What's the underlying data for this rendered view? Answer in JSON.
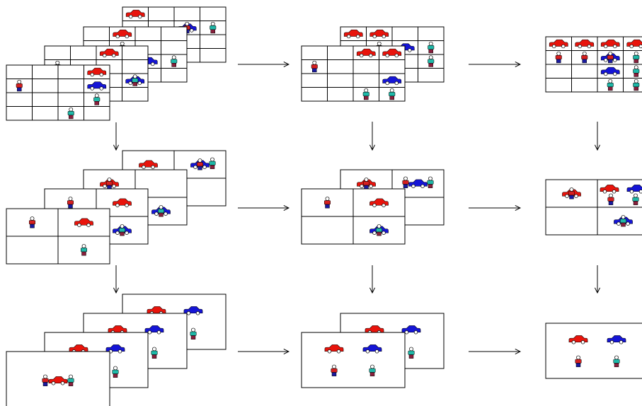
{
  "figure": {
    "columns": 3,
    "rows": 3,
    "row_grids": [
      "4x4",
      "2x2",
      "1x1"
    ],
    "column_frames": [
      4,
      2,
      1
    ],
    "arrow_directions": {
      "horizontal": "right",
      "vertical": "down"
    }
  },
  "colors": {
    "line": "#000000",
    "background": "#ffffff",
    "car_red": "#e8140c",
    "car_blue": "#1515d6",
    "person_head": "#ffffff",
    "person_shirt_red": "#d62020",
    "person_shirt_teal": "#1fb8a8",
    "person_pants_blue": "#1a1aa0",
    "person_pants_maroon": "#8a1f3c"
  },
  "icons": {
    "car": "car-icon",
    "person": "person-icon",
    "arrow_right": "arrow-right-icon",
    "arrow_down": "arrow-down-icon"
  }
}
